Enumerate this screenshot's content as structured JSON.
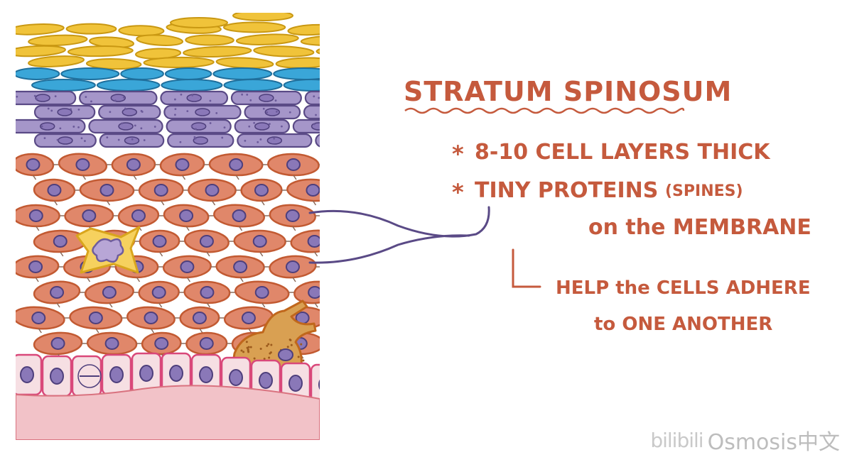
{
  "title": "STRATUM SPINOSUM",
  "bullets": [
    {
      "marker": "*",
      "text": "8-10 CELL LAYERS THICK"
    },
    {
      "marker": "*",
      "text": "TINY PROTEINS",
      "note": "(SPINES)"
    }
  ],
  "continuation": "on the MEMBRANE",
  "sub_point": {
    "line1": "HELP the CELLS ADHERE",
    "line2": "to ONE ANOTHER"
  },
  "watermark": {
    "logo_text": "bilibili",
    "brand": "Osmosis中文"
  },
  "colors": {
    "text": "#c55a3d",
    "stratum_corneum": "#f0c33a",
    "stratum_lucidum": "#3aa6d8",
    "stratum_granulosum": "#a596c9",
    "stratum_spinosum": "#e0876a",
    "stratum_basale": "#f6dfe3",
    "basement": "#f0c2c8",
    "nucleus": "#8a78b8",
    "outline": "#c25a32",
    "pointer_line": "#5a4a86"
  }
}
